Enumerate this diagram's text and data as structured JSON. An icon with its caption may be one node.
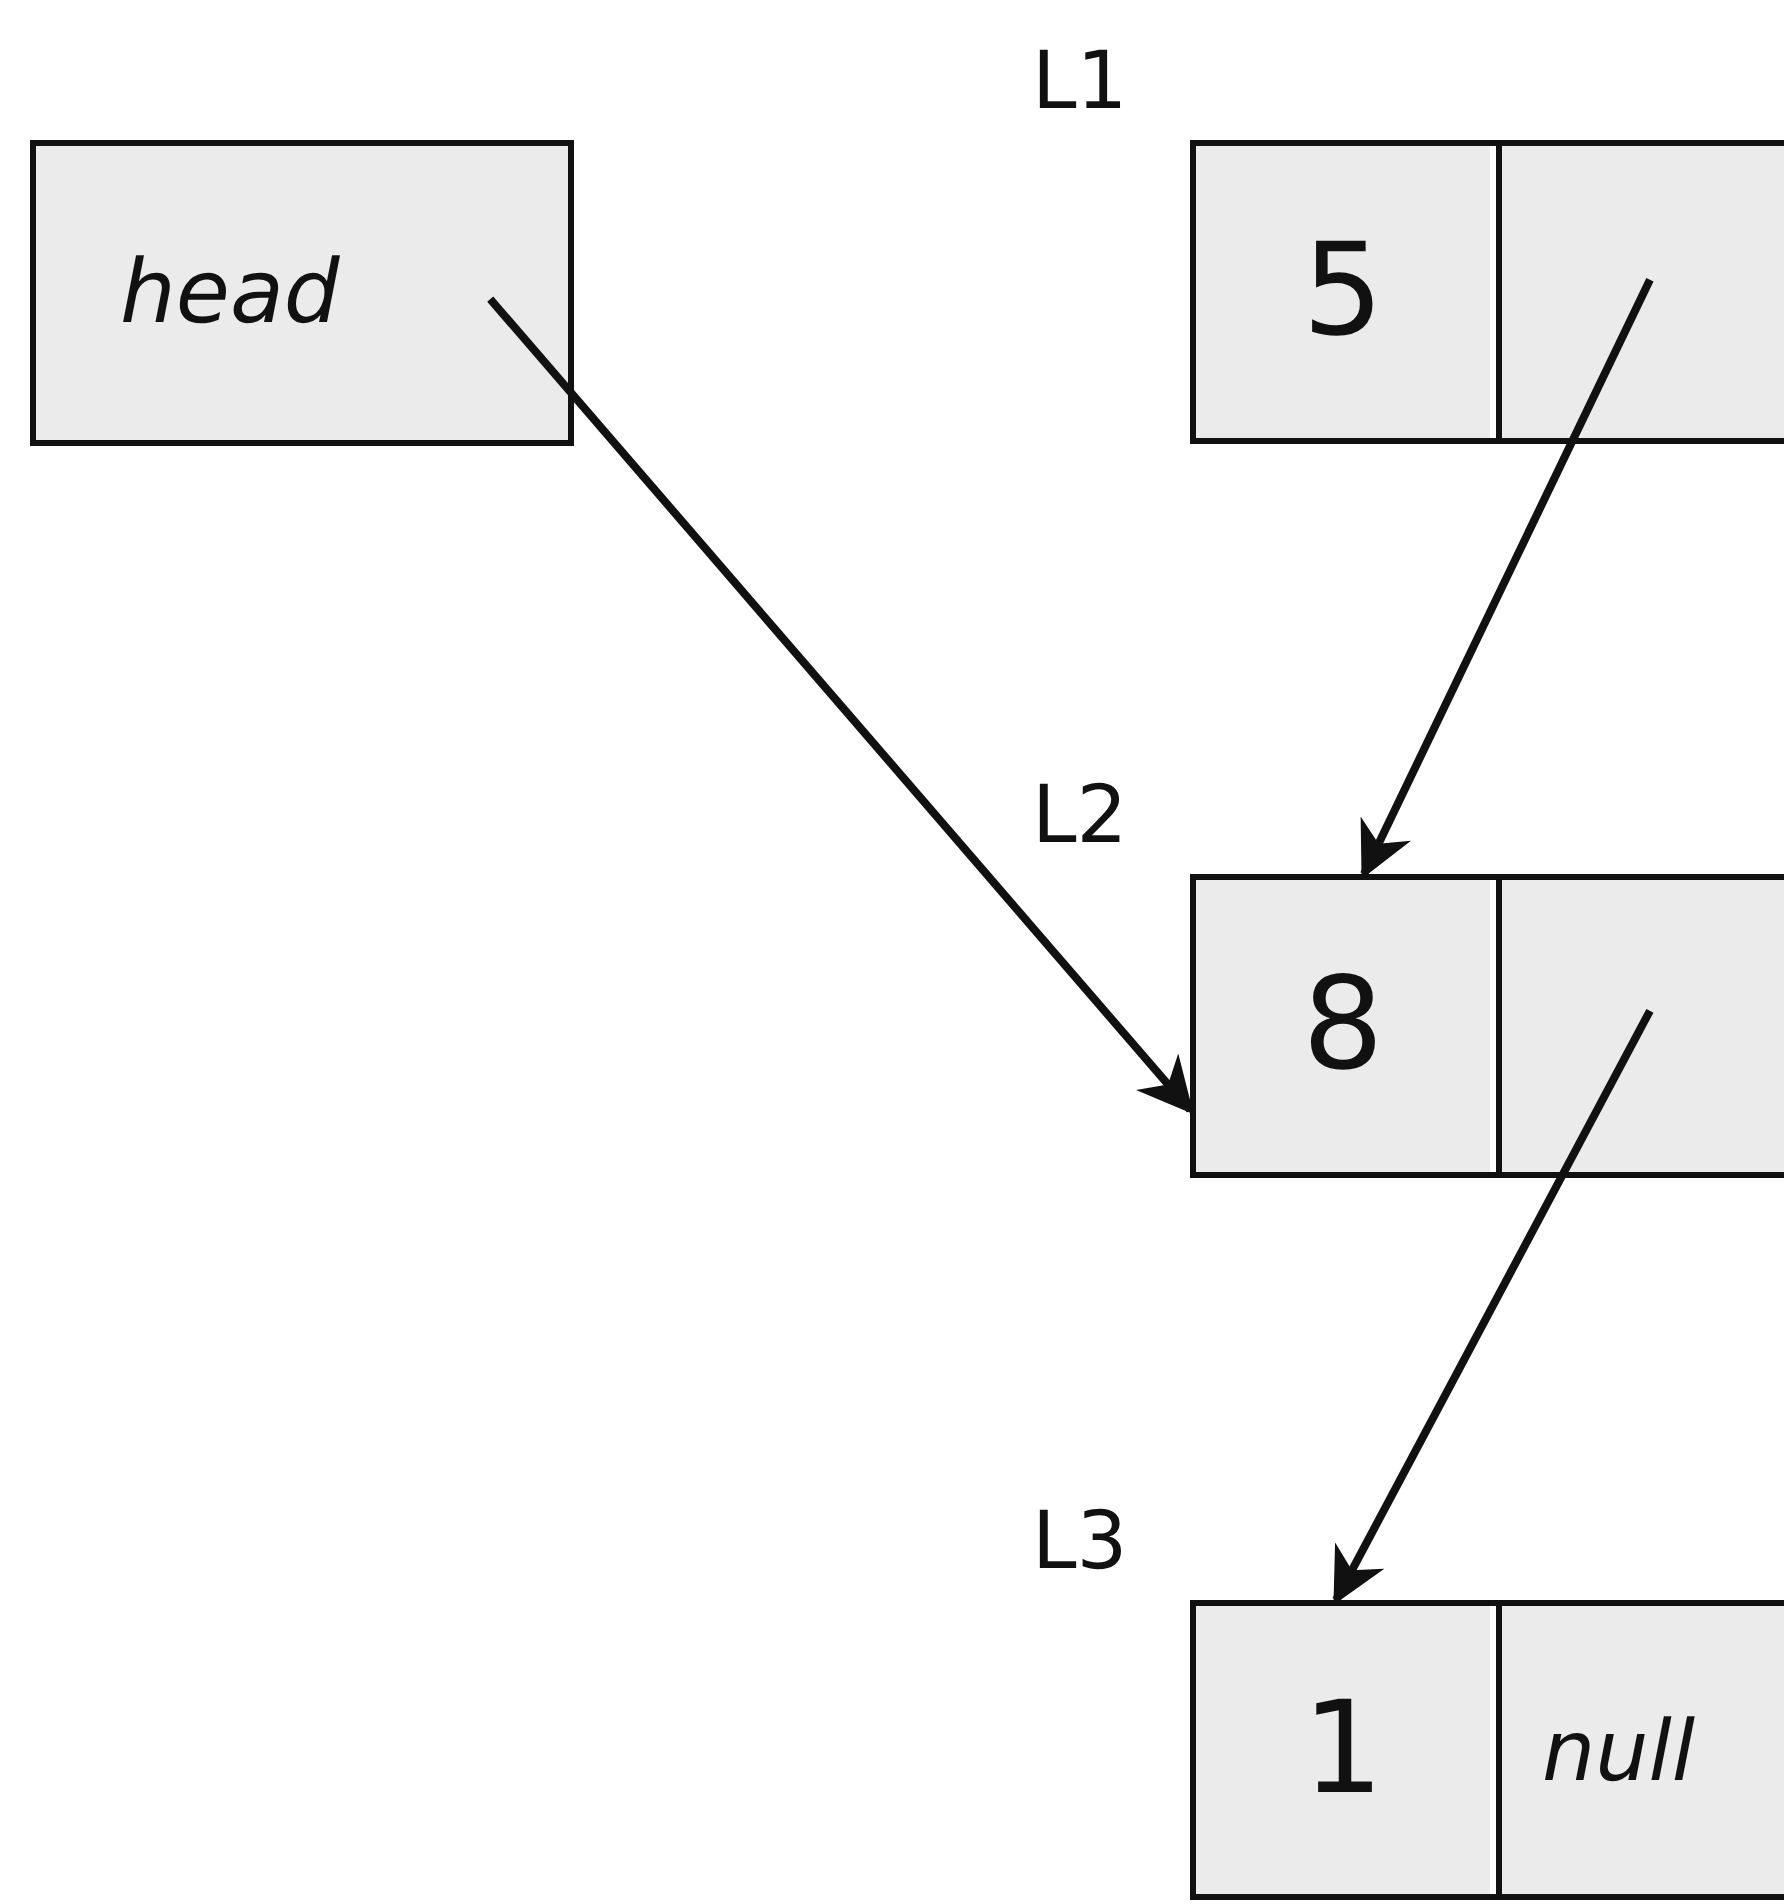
{
  "diagram": {
    "nodes": [
      {
        "text": [
          "head"
        ]
      },
      {
        "text": [
          "L1"
        ]
      },
      {
        "text": [
          "5"
        ],
        "in": 1
      },
      {
        "text": [],
        "shape": "box",
        "in": 1
      },
      {
        "text": [
          "L2"
        ]
      },
      {
        "text": [
          "8"
        ],
        "in": 4
      },
      {
        "text": [],
        "shape": "box",
        "in": 4
      },
      {
        "text": [
          "L3"
        ]
      },
      {
        "text": [
          "1"
        ],
        "in": 7
      },
      {
        "text": [
          "null"
        ],
        "in": 7
      }
    ],
    "edges": [
      {
        "from": 0,
        "to": 5,
        "arrow": "to"
      },
      {
        "from": 3,
        "to": 5,
        "arrow": "to"
      },
      {
        "from": 6,
        "to": 8,
        "arrow": "to"
      }
    ]
  }
}
